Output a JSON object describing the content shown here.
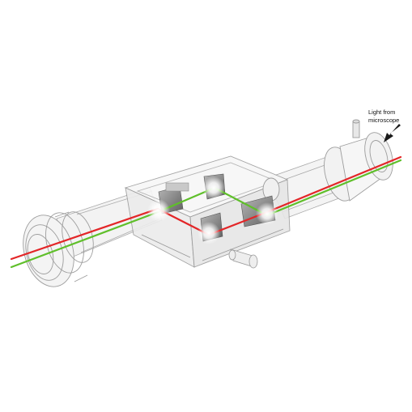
{
  "annotation": {
    "lines": [
      "Light from",
      "microscope"
    ],
    "arrow_icon": "arrow-down-left-icon"
  },
  "colors": {
    "red_beam": "#e32628",
    "green_beam": "#5fbf2a",
    "housing_outline": "#9a9a9a",
    "housing_fill": "#efefef",
    "mirror": "#7d7d7d",
    "background": "#ffffff"
  },
  "beams": [
    "red",
    "green"
  ],
  "components": [
    "left-tube",
    "right-tube",
    "beam-splitter-box",
    "mirror-1",
    "mirror-2",
    "mirror-3",
    "mirror-4",
    "adjustment-knob",
    "left-eyepiece",
    "right-adapter"
  ]
}
